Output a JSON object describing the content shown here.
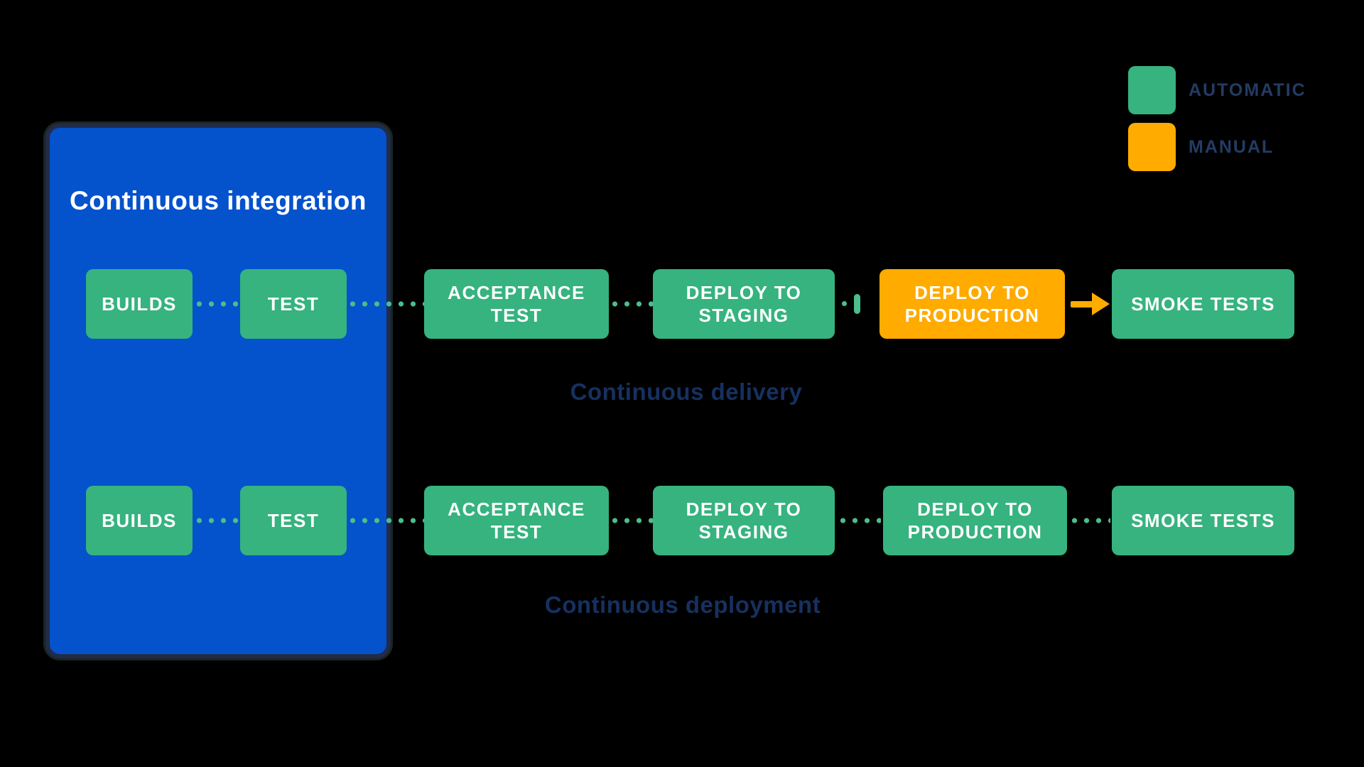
{
  "colors": {
    "automatic_green": "#36B37E",
    "manual_orange": "#FFAB00",
    "panel_blue": "#0452CC",
    "panel_border_navy": "#212C4A",
    "connector_dot_green": "#4BBE8C",
    "row_label_navy": "#16315F",
    "legend_text_navy": "#233C63",
    "background": "#000000",
    "box_text": "#FFFFFF"
  },
  "legend": {
    "items": [
      {
        "label": "AUTOMATIC",
        "type": "automatic",
        "color": "#36B37E"
      },
      {
        "label": "MANUAL",
        "type": "manual",
        "color": "#FFAB00"
      }
    ]
  },
  "ci_panel": {
    "title": "Continuous integration"
  },
  "rows": [
    {
      "label": "Continuous delivery",
      "boxes": [
        {
          "label": "BUILDS",
          "type": "automatic"
        },
        {
          "label": "TEST",
          "type": "automatic"
        },
        {
          "label": "ACCEPTANCE TEST",
          "type": "automatic"
        },
        {
          "label": "DEPLOY TO STAGING",
          "type": "automatic"
        },
        {
          "label": "DEPLOY TO PRODUCTION",
          "type": "manual"
        },
        {
          "label": "SMOKE TESTS",
          "type": "automatic"
        }
      ]
    },
    {
      "label": "Continuous deployment",
      "boxes": [
        {
          "label": "BUILDS",
          "type": "automatic"
        },
        {
          "label": "TEST",
          "type": "automatic"
        },
        {
          "label": "ACCEPTANCE TEST",
          "type": "automatic"
        },
        {
          "label": "DEPLOY TO STAGING",
          "type": "automatic"
        },
        {
          "label": "DEPLOY TO PRODUCTION",
          "type": "automatic"
        },
        {
          "label": "SMOKE TESTS",
          "type": "automatic"
        }
      ]
    }
  ]
}
